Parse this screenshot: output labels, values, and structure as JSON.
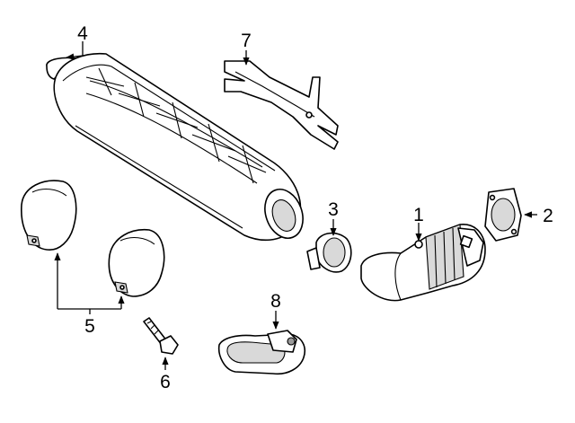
{
  "callouts": {
    "c1": "1",
    "c2": "2",
    "c3": "3",
    "c4": "4",
    "c5": "5",
    "c6": "6",
    "c7": "7",
    "c8": "8"
  },
  "colors": {
    "line": "#000000",
    "background": "#ffffff",
    "shade": "#d9d9d9"
  }
}
